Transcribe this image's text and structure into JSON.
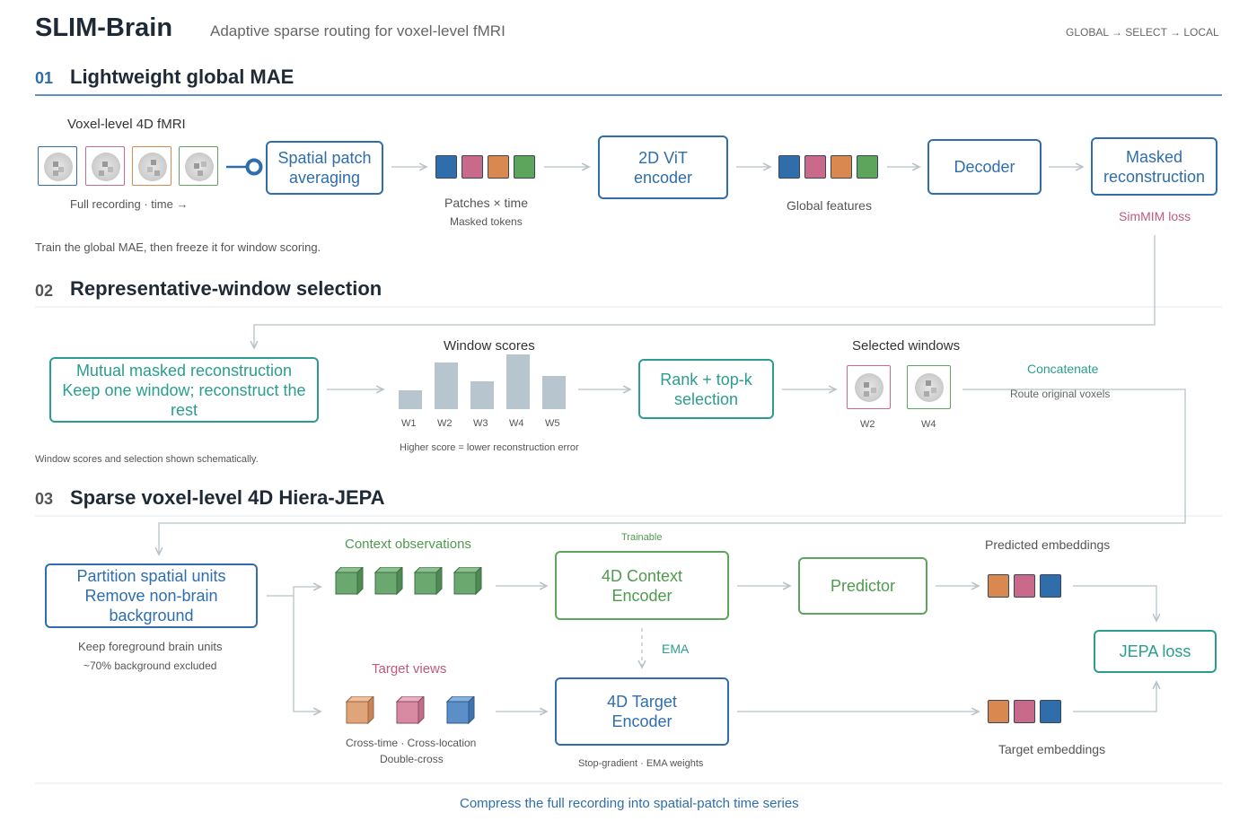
{
  "header": {
    "title": "SLIM-Brain",
    "subtitle": "Adaptive sparse routing for voxel-level fMRI",
    "pipeline": "GLOBAL → SELECT → LOCAL"
  },
  "section1": {
    "num": "01",
    "title": "Lightweight global MAE",
    "input_label": "Voxel-level 4D fMRI",
    "input_caption": "Full recording · time →",
    "spatial_box": [
      "Spatial patch",
      "averaging"
    ],
    "patches_caption": "Patches × time",
    "patches_sub": "Masked tokens",
    "vit_box": [
      "2D ViT",
      "encoder"
    ],
    "global_features": "Global features",
    "decoder_box": "Decoder",
    "masked_box": [
      "Masked",
      "reconstruction"
    ],
    "loss": "SimMIM loss",
    "note": "Train the global MAE, then freeze it for window scoring."
  },
  "section2": {
    "num": "02",
    "title": "Representative-window selection",
    "mutual_box": [
      "Mutual masked reconstruction",
      "Keep one window; reconstruct the rest"
    ],
    "scores_title": "Window scores",
    "windows": [
      {
        "label": "W1",
        "score": 0.35
      },
      {
        "label": "W2",
        "score": 0.85
      },
      {
        "label": "W3",
        "score": 0.5
      },
      {
        "label": "W4",
        "score": 1.0
      },
      {
        "label": "W5",
        "score": 0.6
      }
    ],
    "scores_caption": "Higher score = lower reconstruction error",
    "rank_box": [
      "Rank + top-k",
      "selection"
    ],
    "selected_title": "Selected windows",
    "selected": [
      "W2",
      "W4"
    ],
    "concat": "Concatenate",
    "route": "Route original voxels",
    "note": "Window scores and selection shown schematically."
  },
  "section3": {
    "num": "03",
    "title": "Sparse voxel-level 4D Hiera-JEPA",
    "partition_box": [
      "Partition spatial units",
      "Remove non-brain background"
    ],
    "partition_caption": "Keep foreground brain units",
    "partition_sub": "~70% background excluded",
    "context_title": "Context observations",
    "trainable": "Trainable",
    "context_encoder": [
      "4D Context",
      "Encoder"
    ],
    "predictor": "Predictor",
    "predicted": "Predicted embeddings",
    "ema": "EMA",
    "jepa_loss": "JEPA loss",
    "target_title": "Target views",
    "target_caption": "Cross-time · Cross-location",
    "target_sub": "Double-cross",
    "target_encoder": [
      "4D Target",
      "Encoder"
    ],
    "target_encoder_caption": "Stop-gradient · EMA weights",
    "target_embeddings": "Target embeddings"
  },
  "footer": "Compress the full recording into spatial-patch time series",
  "colors": {
    "blue": "#2f6eab",
    "pink": "#c96a8a",
    "orange": "#d9894f",
    "green": "#5da55d",
    "teal": "#2a9d8f",
    "loss_red": "#c05a7a"
  }
}
